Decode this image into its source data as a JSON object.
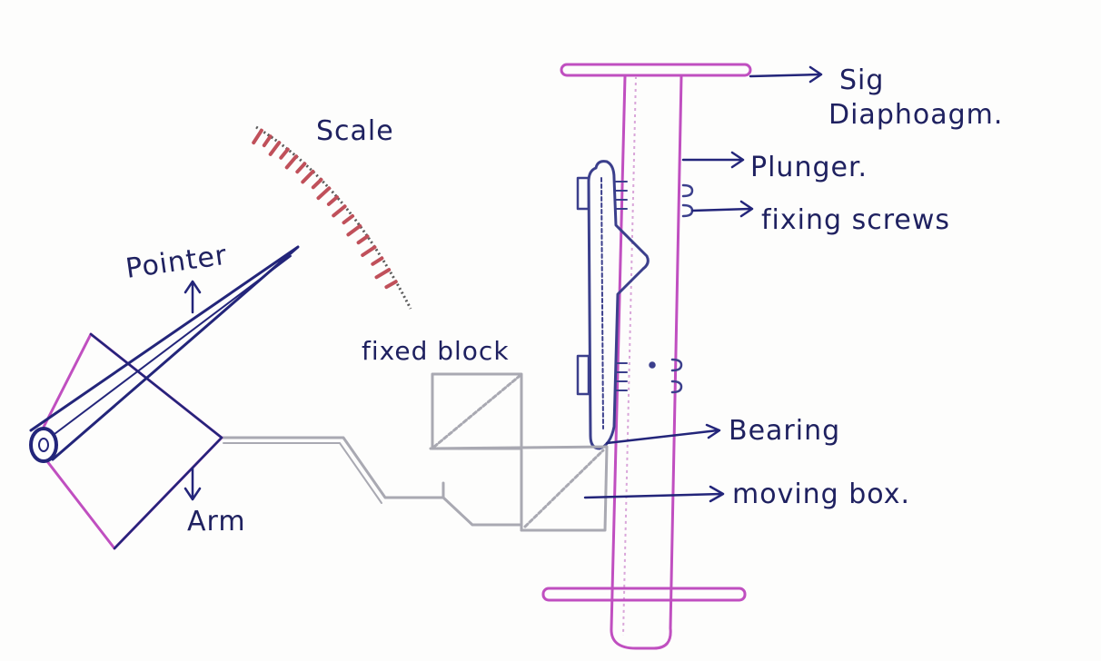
{
  "labels": {
    "sig": "Sig",
    "diaphragm": "Diaphoagm.",
    "plunger": "Plunger.",
    "fixing_screws": "fixing screws",
    "scale": "Scale",
    "pointer": "Pointer",
    "fixed_block": "fixed block",
    "bearing": "Bearing",
    "moving_box": "moving box.",
    "arm": "Arm"
  },
  "colors": {
    "ink_navy": "#23257a",
    "ink_blue": "#3b3f8c",
    "ink_pink": "#c04fc0",
    "scale_ticks": "#c0505a",
    "scale_arc": "#5a5a5a",
    "pencil_grey": "#a9a9b2",
    "paper": "#fdfdfc"
  }
}
